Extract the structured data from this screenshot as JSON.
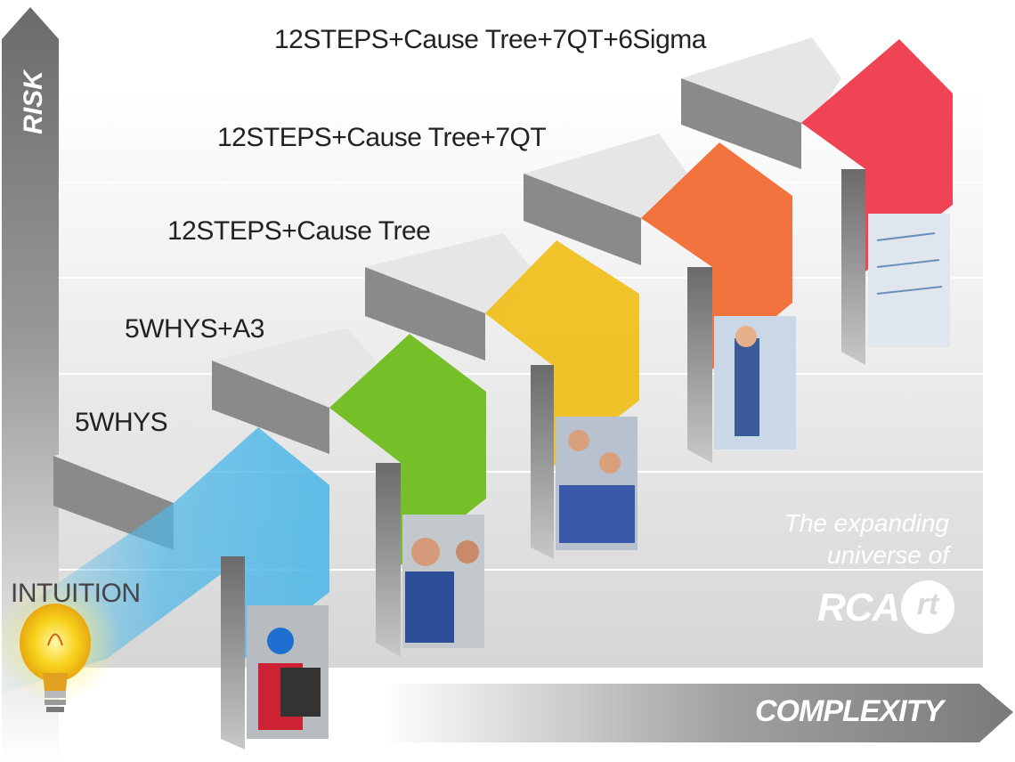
{
  "axes": {
    "vertical": "RISK",
    "horizontal": "COMPLEXITY"
  },
  "steps": [
    {
      "label": "INTUITION",
      "color": "#f5d21a"
    },
    {
      "label": "5WHYS",
      "color": "#4fb8e8"
    },
    {
      "label": "5WHYS+A3",
      "color": "#6fbd1e"
    },
    {
      "label": "12STEPS+Cause Tree",
      "color": "#f0c020"
    },
    {
      "label": "12STEPS+Cause Tree+7QT",
      "color": "#f26b35"
    },
    {
      "label": "12STEPS+Cause Tree+7QT+6Sigma",
      "color": "#ee3a4a"
    }
  ],
  "tagline": {
    "line1": "The expanding",
    "line2": "universe of"
  },
  "brand": {
    "text": "RCA",
    "mark": "rt"
  },
  "icons": [
    "lightbulb-icon"
  ]
}
